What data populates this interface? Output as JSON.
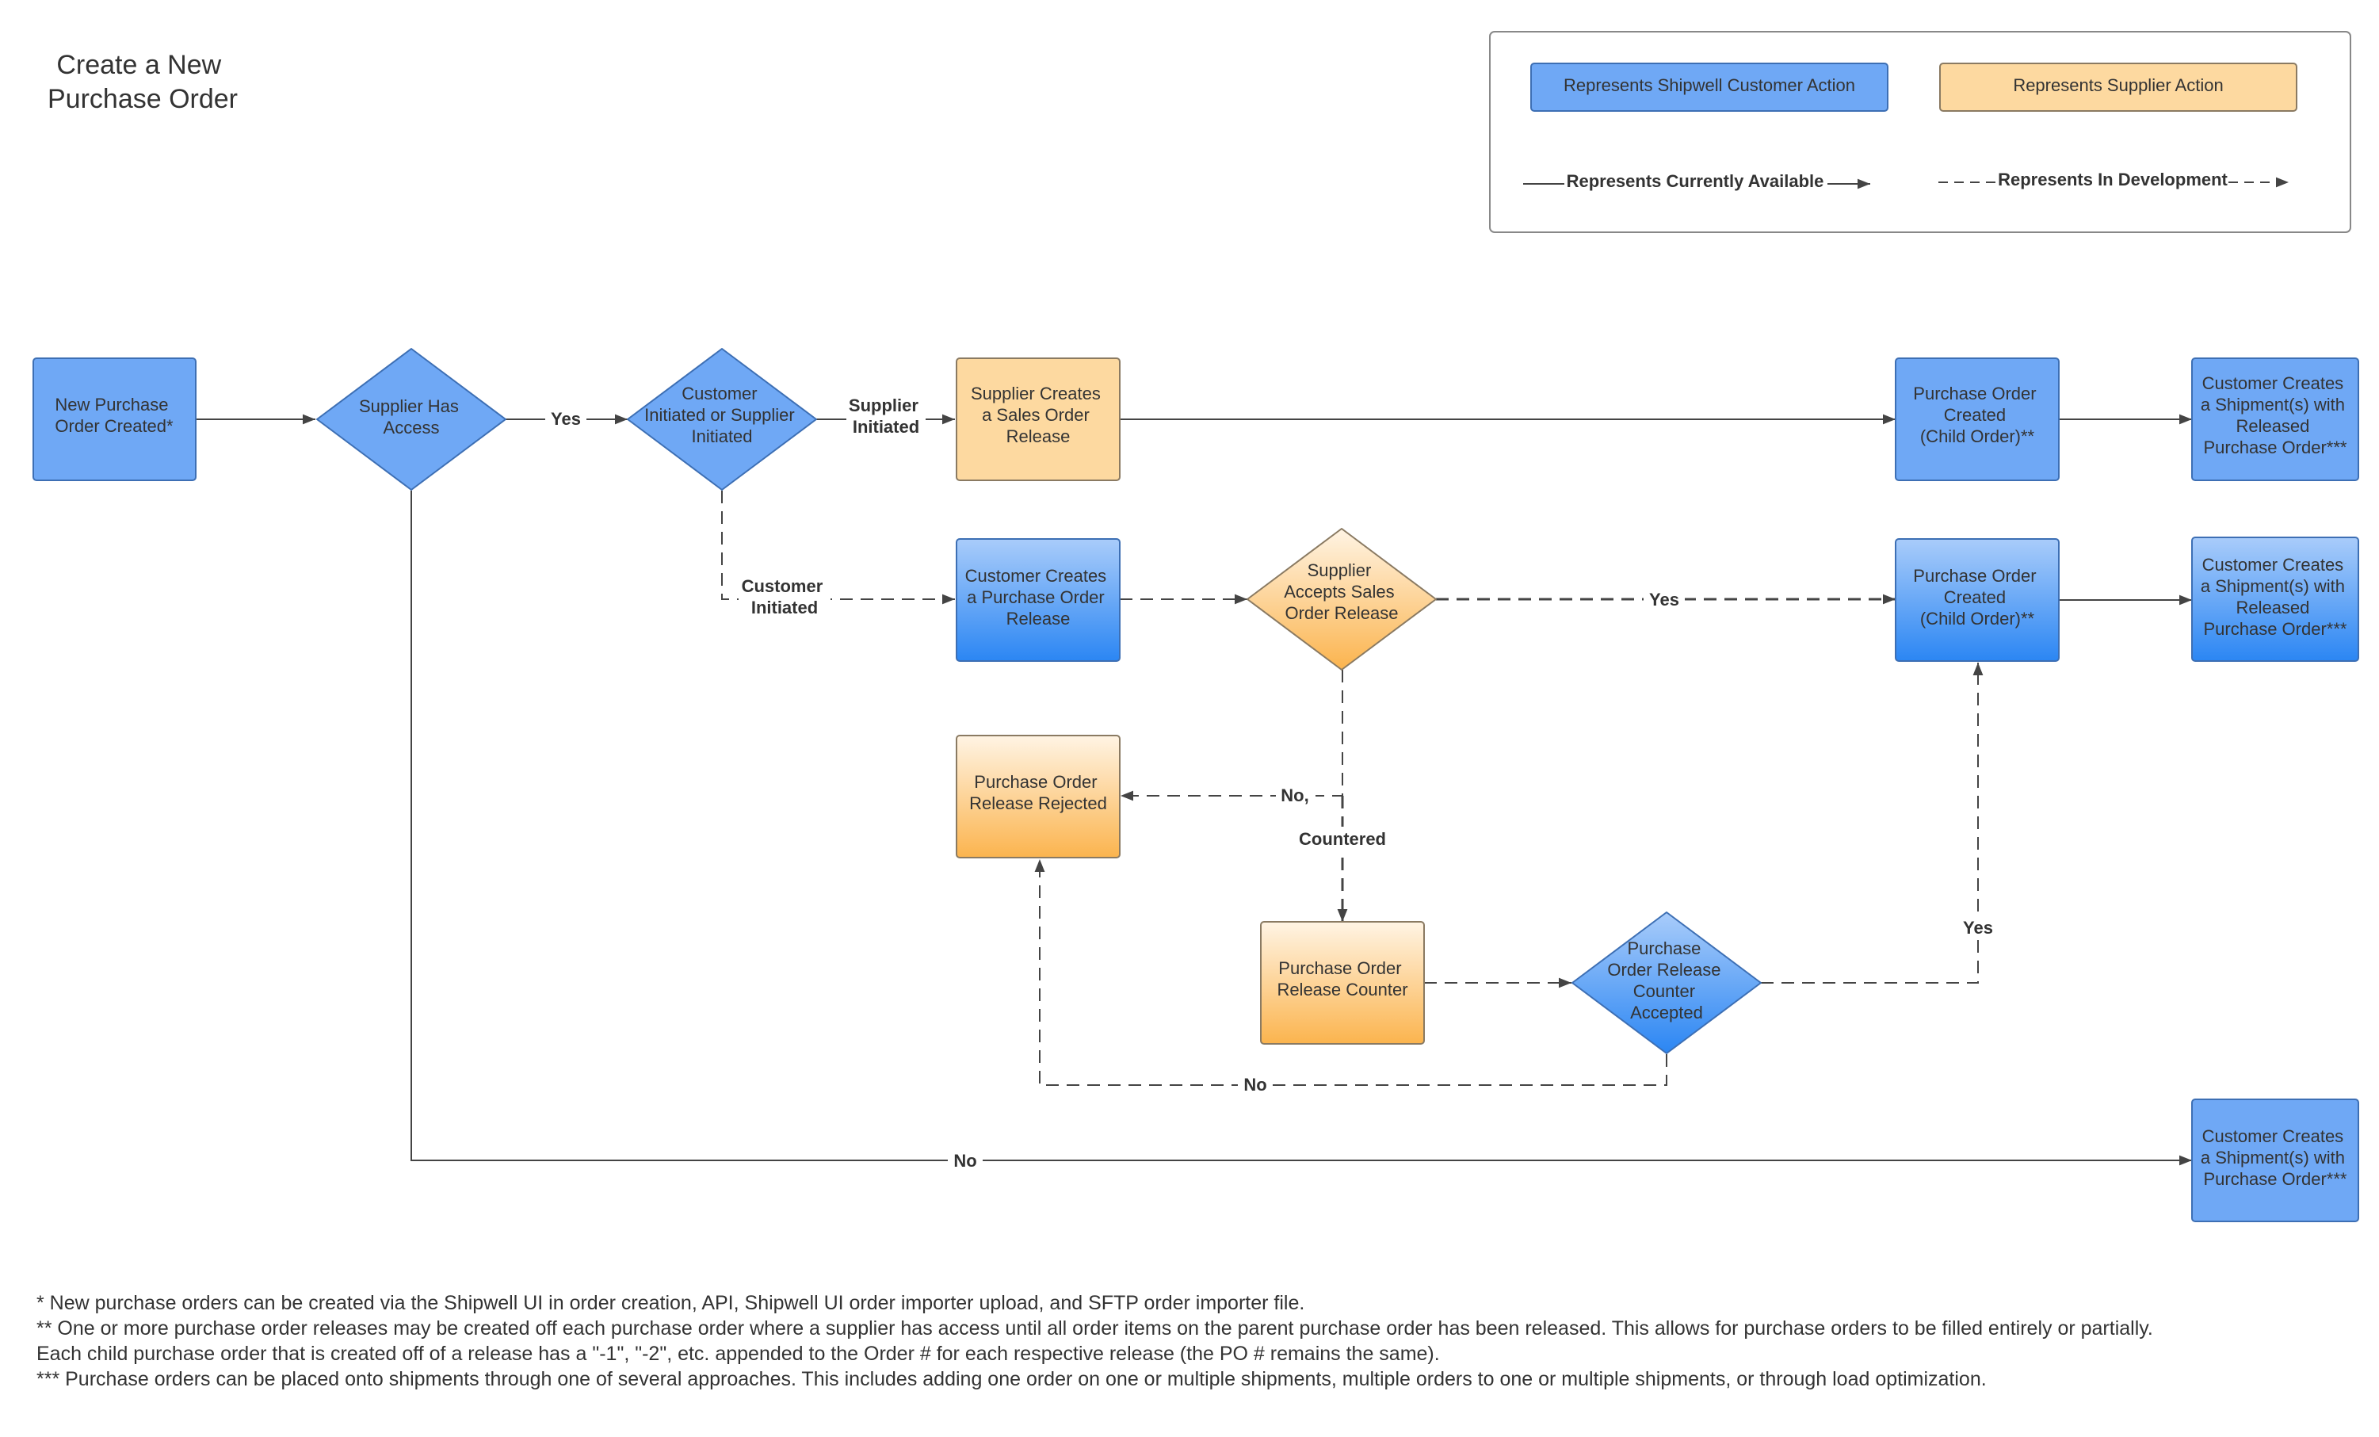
{
  "title": [
    "Create a New",
    "Purchase Order"
  ],
  "legend": {
    "customer_action": "Represents Shipwell Customer Action",
    "supplier_action": "Represents Supplier Action",
    "currently_available": "Represents Currently Available",
    "in_development": "Represents In Development"
  },
  "colors": {
    "customer_fill": "#6fa8f5",
    "customer_stroke": "#3d6fb4",
    "supplier_fill": "#fdd9a0",
    "supplier_stroke": "#8a7a62",
    "gradient_blue_top": "#a9ccfa",
    "gradient_blue_bottom": "#2b86f3",
    "gradient_orange_top": "#fff4e4",
    "gradient_orange_bottom": "#fbb44e",
    "line": "#444444"
  },
  "nodes": {
    "new_po": [
      "New Purchase",
      "Order Created*"
    ],
    "supplier_has_access": [
      "Supplier Has",
      "Access"
    ],
    "customer_or_supplier": [
      "Customer",
      "Initiated or Supplier",
      "Initiated"
    ],
    "supplier_creates_sales_order": [
      "Supplier Creates",
      "a Sales Order",
      "Release"
    ],
    "po_created_child_1": [
      "Purchase Order",
      "Created",
      "(Child Order)**"
    ],
    "customer_creates_shipment_1": [
      "Customer Creates",
      "a Shipment(s) with",
      "Released",
      "Purchase Order***"
    ],
    "customer_creates_po_release": [
      "Customer Creates",
      "a Purchase Order",
      "Release"
    ],
    "supplier_accepts": [
      "Supplier",
      "Accepts Sales",
      "Order Release"
    ],
    "po_created_child_2": [
      "Purchase Order",
      "Created",
      "(Child Order)**"
    ],
    "customer_creates_shipment_2": [
      "Customer Creates",
      "a Shipment(s) with",
      "Released",
      "Purchase Order***"
    ],
    "po_release_rejected": [
      "Purchase Order",
      "Release Rejected"
    ],
    "po_release_counter": [
      "Purchase Order",
      "Release Counter"
    ],
    "counter_accepted": [
      "Purchase",
      "Order Release",
      "Counter",
      "Accepted"
    ],
    "customer_creates_shipment_3": [
      "Customer Creates",
      "a Shipment(s) with",
      "Purchase Order***"
    ]
  },
  "edge_labels": {
    "yes_access": "Yes",
    "supplier_initiated": [
      "Supplier",
      "Initiated"
    ],
    "customer_initiated": [
      "Customer",
      "Initiated"
    ],
    "yes_accepts": "Yes",
    "no_countered_1": "No,",
    "no_countered_2": "Countered",
    "yes_counter": "Yes",
    "no_counter": "No",
    "no_access": "No"
  },
  "footnotes": [
    "*   New purchase orders can be created via the Shipwell UI in order creation, API, Shipwell UI order importer upload, and SFTP order importer file.",
    "**  One or more purchase order releases may be created off each purchase order where a supplier has access until all order items on the parent purchase order has been released. This allows for purchase orders to be filled entirely or partially.",
    "Each child purchase order that is created off of a release has a \"-1\", \"-2\", etc. appended to the Order # for each respective release (the PO # remains the same).",
    "*** Purchase orders can be placed onto shipments through one of several approaches. This includes adding one order on one or multiple shipments, multiple orders to one or multiple shipments, or through load optimization."
  ]
}
